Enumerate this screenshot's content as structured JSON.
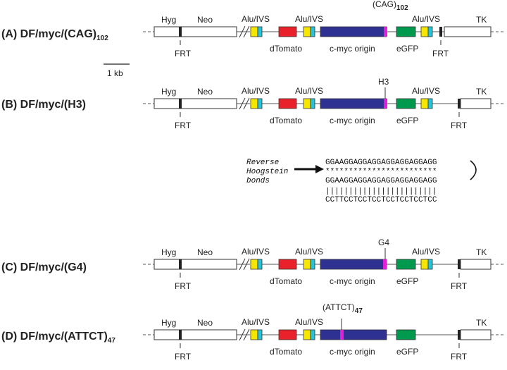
{
  "constructs": [
    {
      "label_main": "(A) DF/myc/(CAG)",
      "label_sub": "102",
      "insert_label": "(CAG)",
      "insert_sub": "102",
      "labels": {
        "hyg": "Hyg",
        "neo": "Neo",
        "aluivs": "Alu/IVS",
        "tk": "TK",
        "frt": "FRT",
        "dtomato": "dTomato",
        "cmyc": "c-myc origin",
        "egfp": "eGFP"
      }
    },
    {
      "label_main": "(B) DF/myc/(H3)",
      "label_sub": "",
      "insert_label": "H3",
      "insert_sub": "",
      "labels": {
        "hyg": "Hyg",
        "neo": "Neo",
        "aluivs": "Alu/IVS",
        "tk": "TK",
        "frt": "FRT",
        "dtomato": "dTomato",
        "cmyc": "c-myc origin",
        "egfp": "eGFP"
      }
    },
    {
      "label_main": "(C) DF/myc/(G4)",
      "label_sub": "",
      "insert_label": "G4",
      "insert_sub": "",
      "labels": {
        "hyg": "Hyg",
        "neo": "Neo",
        "aluivs": "Alu/IVS",
        "tk": "TK",
        "frt": "FRT",
        "dtomato": "dTomato",
        "cmyc": "c-myc origin",
        "egfp": "eGFP"
      }
    },
    {
      "label_main": "(D) DF/myc/(ATTCT)",
      "label_sub": "47",
      "insert_label": "(ATTCT)",
      "insert_sub": "47",
      "labels": {
        "hyg": "Hyg",
        "neo": "Neo",
        "aluivs": "Alu/IVS",
        "tk": "TK",
        "frt": "FRT",
        "dtomato": "dTomato",
        "cmyc": "c-myc origin",
        "egfp": "eGFP"
      }
    }
  ],
  "scale_bar": "1 kb",
  "triplex": {
    "annotation": [
      "Reverse",
      "Hoogstein",
      "bonds"
    ],
    "strand1": "GGAAGGAGGAGGAGGAGGAGGAGG",
    "bonds": "************************",
    "strand2": "GGAAGGAGGAGGAGGAGGAGGAGG",
    "pairs": "||||||||||||||||||||||||",
    "strand3": "CCTTCCTCCTCCTCCTCCTCCTCC"
  },
  "colors": {
    "dtomato": "#e8212a",
    "cmyc": "#2e3192",
    "egfp": "#009a4e",
    "alu_yellow": "#f7e600",
    "ivs_cyan": "#29c3d8",
    "insert": "#e01fd6",
    "frt": "#222222",
    "box": "#ffffff",
    "line": "#555555"
  }
}
